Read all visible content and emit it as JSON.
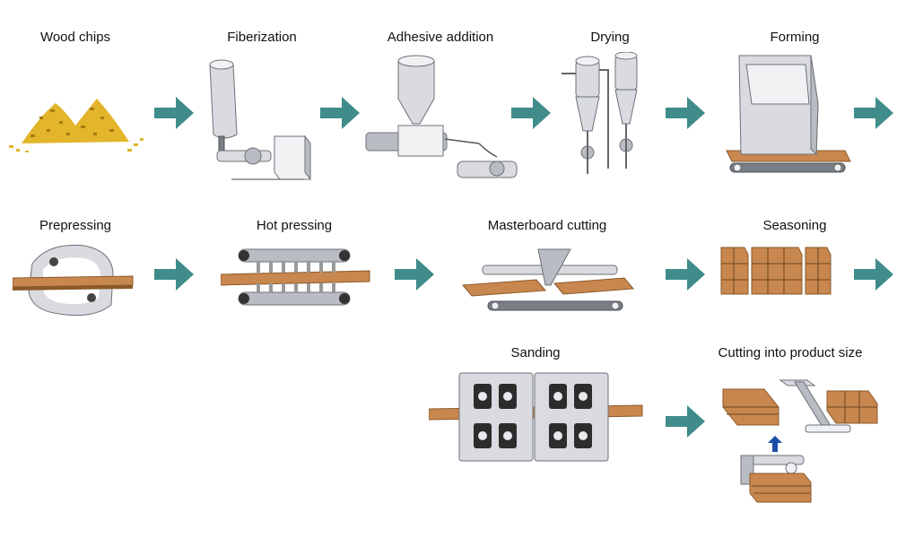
{
  "colors": {
    "arrow": "#3f8c8a",
    "wood": "#c8874e",
    "wood_dark": "#8a5a2b",
    "metal_light": "#e8e9ec",
    "metal_mid": "#b9bcc2",
    "metal_dark": "#6d7178",
    "chip_yellow": "#e2b52a",
    "up_arrow": "#1e4fa8"
  },
  "steps": {
    "wood_chips": "Wood chips",
    "fiberization": "Fiberization",
    "adhesive_addition": "Adhesive addition",
    "drying": "Drying",
    "forming": "Forming",
    "prepressing": "Prepressing",
    "hot_pressing": "Hot pressing",
    "masterboard_cutting": "Masterboard cutting",
    "seasoning": "Seasoning",
    "sanding": "Sanding",
    "cutting_into_product_size": "Cutting into product size"
  },
  "icons": {
    "flow_arrow": "right-arrow-icon",
    "up_arrow": "up-arrow-icon"
  }
}
